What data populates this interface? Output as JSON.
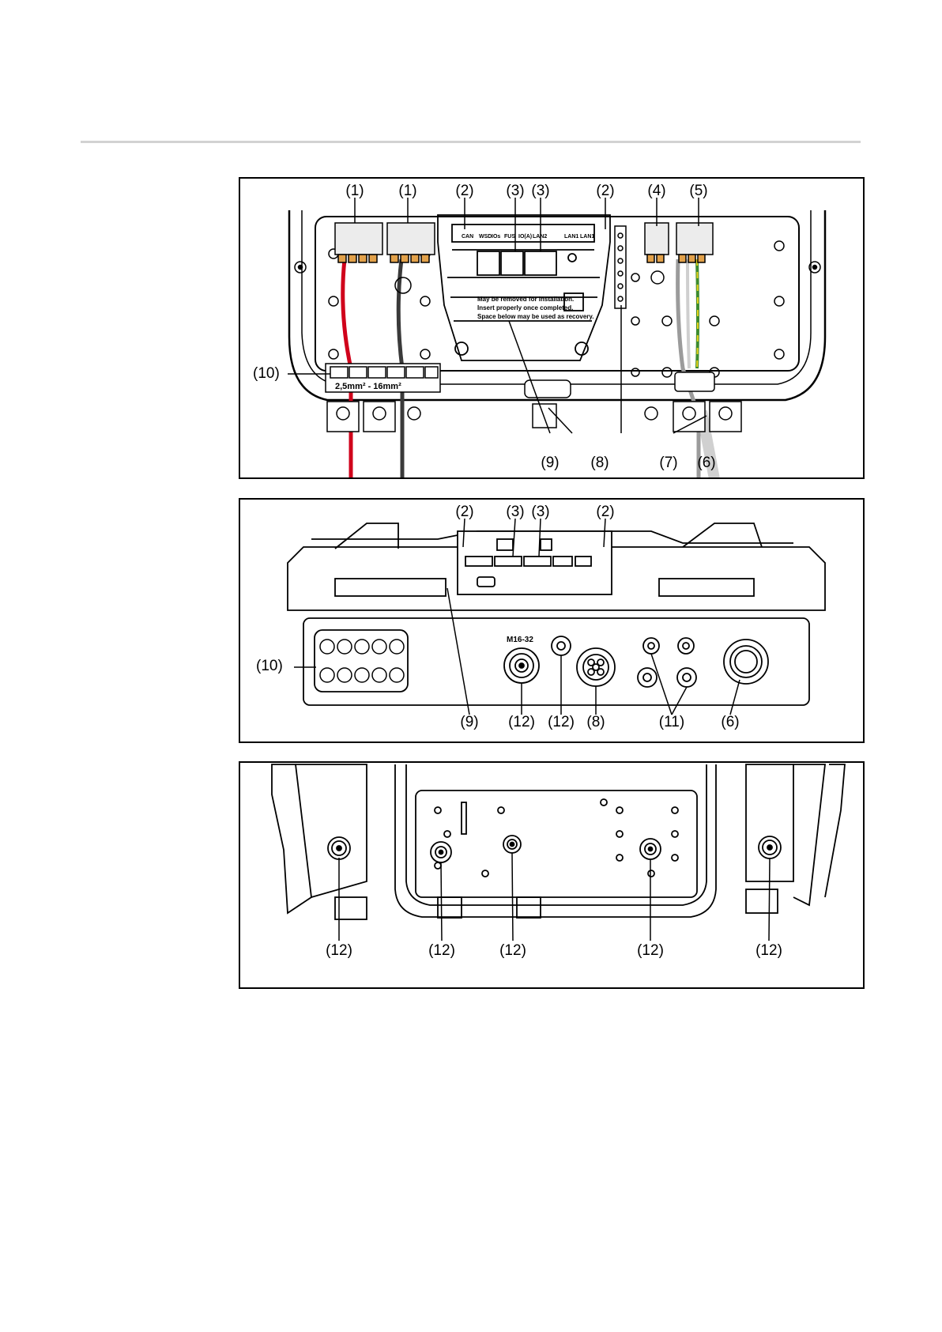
{
  "callouts": {
    "c1": "(1)",
    "c2": "(2)",
    "c3": "(3)",
    "c4": "(4)",
    "c5": "(5)",
    "c6": "(6)",
    "c7": "(7)",
    "c8": "(8)",
    "c9": "(9)",
    "c10": "(10)",
    "c11": "(11)",
    "c12": "(12)"
  },
  "board_labels": {
    "removable_note_1": "May be removed for installation.",
    "removable_note_2": "Insert properly once completed.",
    "removable_note_3": "Space below may be used as recovery.",
    "cross_section": "2,5mm² - 16mm²",
    "gland_m16": "M16-32"
  },
  "colors": {
    "outline": "#000000",
    "cable_red": "#d0021b",
    "cable_dark": "#3a3a3a",
    "cable_grey": "#9b9b9b",
    "cable_green": "#3d8b2f",
    "cable_yellow": "#e8d21c",
    "terminal_orange": "#e2a14a",
    "rule": "#d2d2d2"
  }
}
